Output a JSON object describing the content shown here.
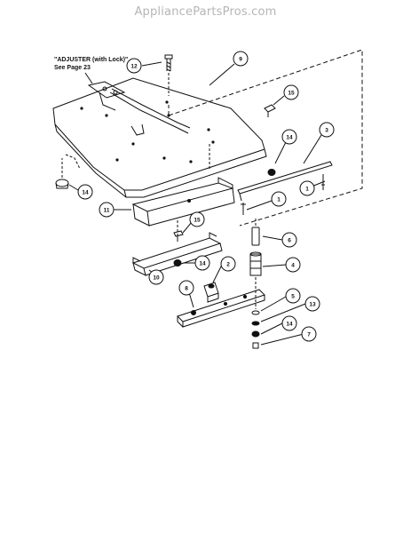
{
  "watermark": "AppliancePartsPros.com",
  "note": {
    "line1": "\"ADJUSTER (with Lock)\"",
    "line2": "See Page 23"
  },
  "callouts": [
    "12",
    "9",
    "15",
    "14",
    "3",
    "14",
    "11",
    "15",
    "1",
    "1",
    "6",
    "14",
    "2",
    "4",
    "10",
    "8",
    "5",
    "13",
    "14",
    "7"
  ]
}
